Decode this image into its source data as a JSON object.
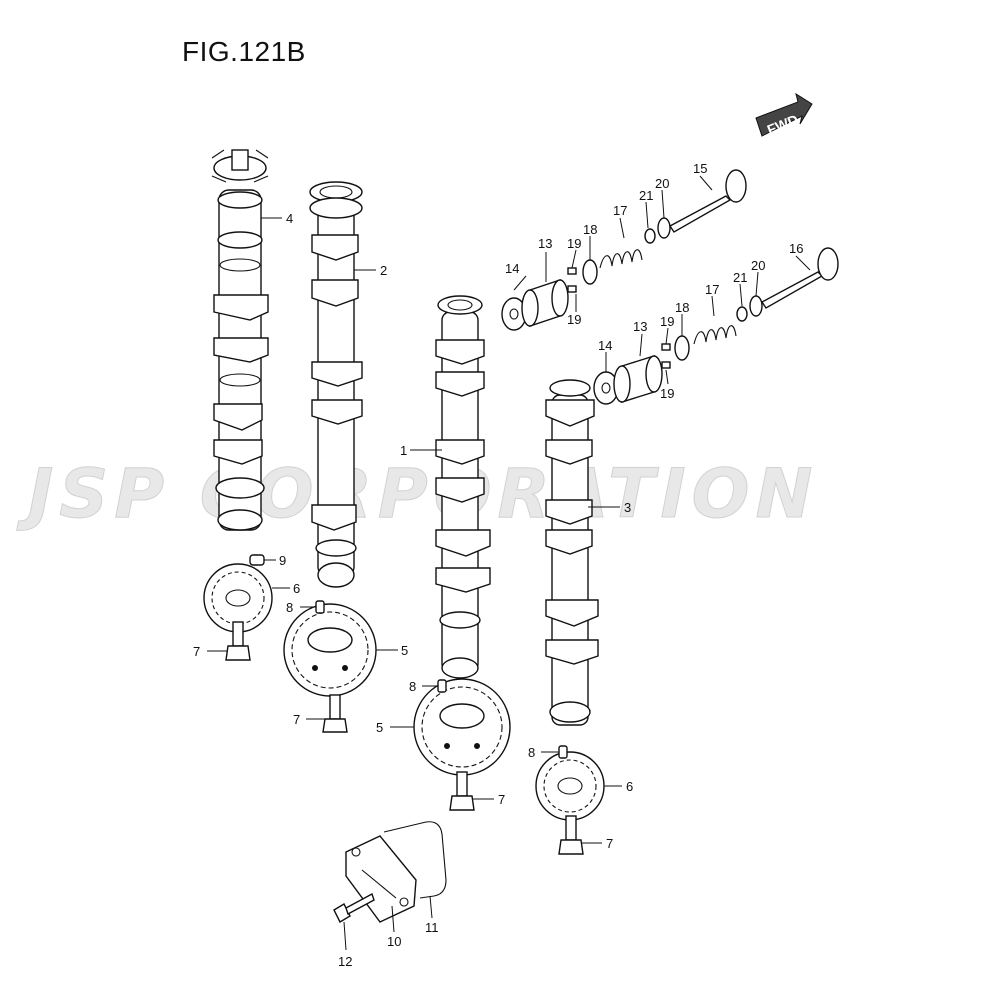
{
  "figure_title": "FIG.121B",
  "watermark_text": "JSP CORPORATION",
  "direction_arrow": "FWD",
  "callouts": [
    {
      "id": "c4",
      "text": "4"
    },
    {
      "id": "c2",
      "text": "2"
    },
    {
      "id": "c1",
      "text": "1"
    },
    {
      "id": "c3",
      "text": "3"
    },
    {
      "id": "c9",
      "text": "9"
    },
    {
      "id": "c6a",
      "text": "6"
    },
    {
      "id": "c8a",
      "text": "8"
    },
    {
      "id": "c7a",
      "text": "7"
    },
    {
      "id": "c5a",
      "text": "5"
    },
    {
      "id": "c7b",
      "text": "7"
    },
    {
      "id": "c8b",
      "text": "8"
    },
    {
      "id": "c5b",
      "text": "5"
    },
    {
      "id": "c7c",
      "text": "7"
    },
    {
      "id": "c8c",
      "text": "8"
    },
    {
      "id": "c6b",
      "text": "6"
    },
    {
      "id": "c7d",
      "text": "7"
    },
    {
      "id": "c11",
      "text": "11"
    },
    {
      "id": "c10",
      "text": "10"
    },
    {
      "id": "c12",
      "text": "12"
    },
    {
      "id": "c15",
      "text": "15"
    },
    {
      "id": "c20a",
      "text": "20"
    },
    {
      "id": "c21a",
      "text": "21"
    },
    {
      "id": "c17a",
      "text": "17"
    },
    {
      "id": "c18a",
      "text": "18"
    },
    {
      "id": "c19a",
      "text": "19"
    },
    {
      "id": "c13a",
      "text": "13"
    },
    {
      "id": "c14a",
      "text": "14"
    },
    {
      "id": "c19b",
      "text": "19"
    },
    {
      "id": "c16",
      "text": "16"
    },
    {
      "id": "c21b",
      "text": "21"
    },
    {
      "id": "c20b",
      "text": "20"
    },
    {
      "id": "c17b",
      "text": "17"
    },
    {
      "id": "c18b",
      "text": "18"
    },
    {
      "id": "c13b",
      "text": "13"
    },
    {
      "id": "c19c",
      "text": "19"
    },
    {
      "id": "c14b",
      "text": "14"
    },
    {
      "id": "c19d",
      "text": "19"
    }
  ]
}
